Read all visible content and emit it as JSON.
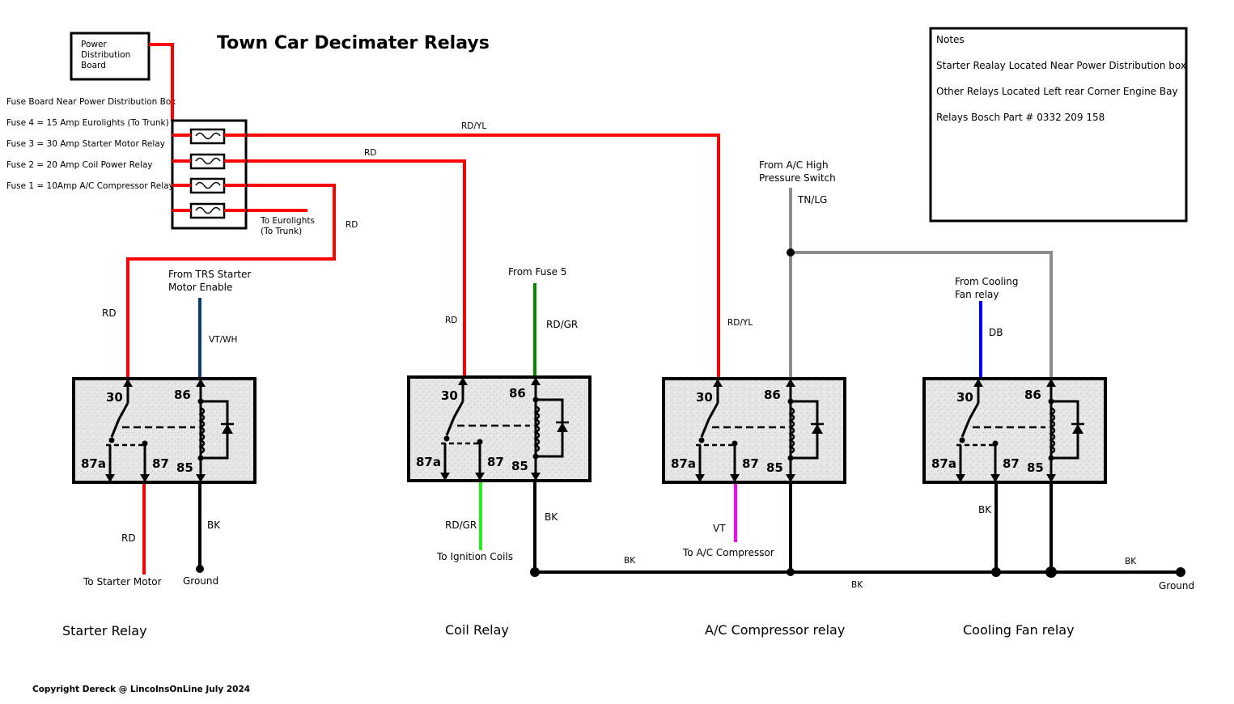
{
  "title": "Town Car Decimater Relays",
  "copyright": "Copyright Dereck @ LincolnsOnLine July 2024",
  "power_board": {
    "line1": "Power",
    "line2": "Distribution",
    "line3": "Board"
  },
  "fuse_board": {
    "heading": "Fuse Board Near Power Distribution Box",
    "fuses": [
      "Fuse 4 = 15 Amp Eurolights (To Trunk)",
      "Fuse 3 = 30 Amp Starter Motor Relay",
      "Fuse 2 = 20 Amp Coil Power Relay",
      "Fuse 1 = 10Amp A/C Compressor Relay"
    ],
    "eurolights_line1": "To Eurolights",
    "eurolights_line2": "(To Trunk)"
  },
  "notes": {
    "heading": "Notes",
    "items": [
      "Starter Realay Located Near Power Distribution box",
      "Other Relays Located Left rear Corner Engine Bay",
      "Relays Bosch Part # 0332 209 158"
    ]
  },
  "pins": {
    "p30": "30",
    "p86": "86",
    "p87a": "87a",
    "p87": "87",
    "p85": "85"
  },
  "relays": [
    {
      "name": "Starter Relay"
    },
    {
      "name": "Coil Relay"
    },
    {
      "name": "A/C Compressor relay"
    },
    {
      "name": "Cooling Fan relay"
    }
  ],
  "wire_labels": {
    "rd_yl_top": "RD/YL",
    "rd_top": "RD",
    "rd_fuse1": "RD",
    "rd_starter_30": "RD",
    "vt_wh": "VT/WH",
    "rd_coil_30": "RD",
    "rd_gr_top": "RD/GR",
    "rd_yl_ac": "RD/YL",
    "tn_lg": "TN/LG",
    "db": "DB",
    "rd_starter_motor": "RD",
    "bk_starter": "BK",
    "rd_gr_bottom": "RD/GR",
    "bk_coil": "BK",
    "vt": "VT",
    "bk_fan": "BK",
    "bk_bus1": "BK",
    "bk_bus2": "BK",
    "bk_bus3": "BK"
  },
  "sources": {
    "trs_line1": "From TRS Starter",
    "trs_line2": "Motor Enable",
    "fuse5": "From Fuse 5",
    "ac_line1": "From A/C High",
    "ac_line2": "Pressure Switch",
    "fan_line1": "From Cooling",
    "fan_line2": "Fan relay"
  },
  "destinations": {
    "starter_motor": "To Starter Motor",
    "ground_starter": "Ground",
    "ignition_coils": "To Ignition Coils",
    "ac_compressor": "To A/C Compressor",
    "ground_main": "Ground"
  },
  "colors": {
    "red": "#ff0000",
    "black": "#000000",
    "navy": "#0a3d7a",
    "green": "#008a00",
    "lime": "#22ee22",
    "magenta": "#ff00ff",
    "grey": "#8c8c8c",
    "blue": "#0000ff",
    "relay_fill": "#e4e4e4"
  }
}
